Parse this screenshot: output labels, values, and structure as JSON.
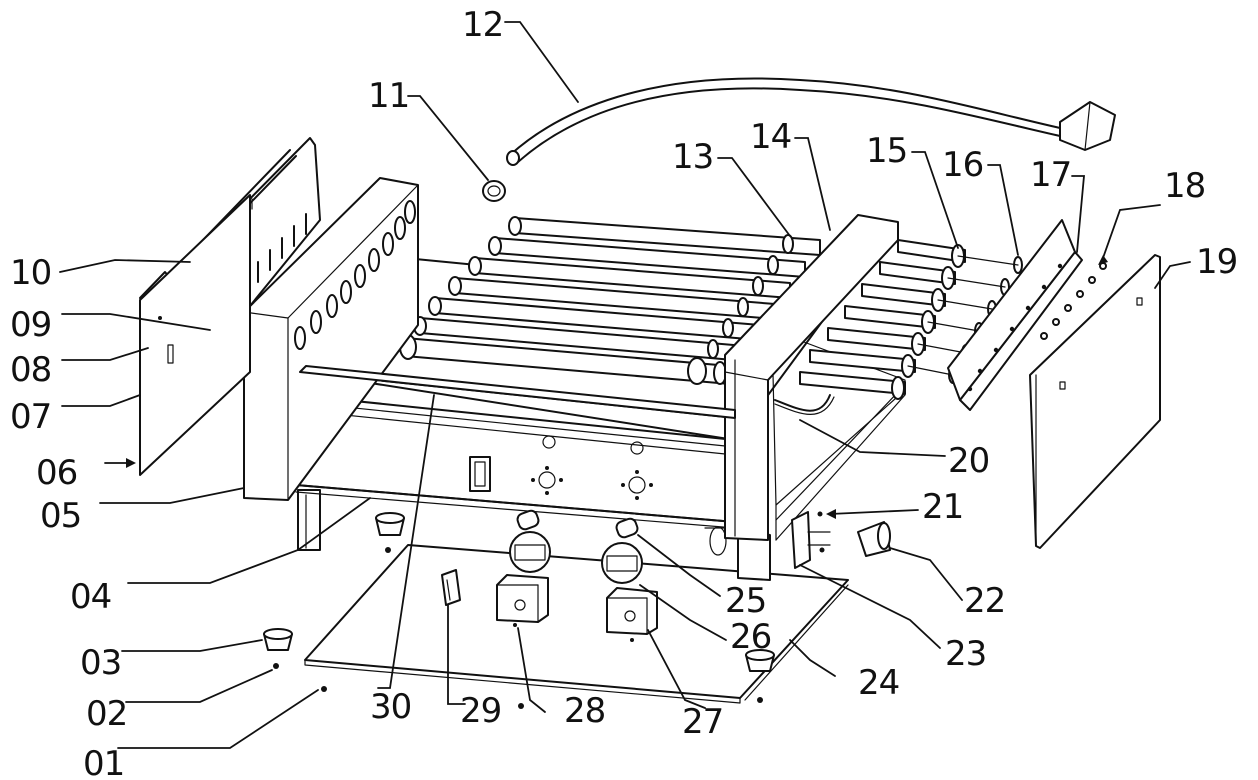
{
  "diagram": {
    "callouts": [
      {
        "id": "01",
        "label": "01"
      },
      {
        "id": "02",
        "label": "02"
      },
      {
        "id": "03",
        "label": "03"
      },
      {
        "id": "04",
        "label": "04"
      },
      {
        "id": "05",
        "label": "05"
      },
      {
        "id": "06",
        "label": "06"
      },
      {
        "id": "07",
        "label": "07"
      },
      {
        "id": "08",
        "label": "08"
      },
      {
        "id": "09",
        "label": "09"
      },
      {
        "id": "10",
        "label": "10"
      },
      {
        "id": "11",
        "label": "11"
      },
      {
        "id": "12",
        "label": "12"
      },
      {
        "id": "13",
        "label": "13"
      },
      {
        "id": "14",
        "label": "14"
      },
      {
        "id": "15",
        "label": "15"
      },
      {
        "id": "16",
        "label": "16"
      },
      {
        "id": "17",
        "label": "17"
      },
      {
        "id": "18",
        "label": "18"
      },
      {
        "id": "19",
        "label": "19"
      },
      {
        "id": "20",
        "label": "20"
      },
      {
        "id": "21",
        "label": "21"
      },
      {
        "id": "22",
        "label": "22"
      },
      {
        "id": "23",
        "label": "23"
      },
      {
        "id": "24",
        "label": "24"
      },
      {
        "id": "25",
        "label": "25"
      },
      {
        "id": "26",
        "label": "26"
      },
      {
        "id": "27",
        "label": "27"
      },
      {
        "id": "28",
        "label": "28"
      },
      {
        "id": "29",
        "label": "29"
      },
      {
        "id": "30",
        "label": "30"
      }
    ],
    "colors": {
      "line": "#111111",
      "background": "#ffffff"
    }
  }
}
